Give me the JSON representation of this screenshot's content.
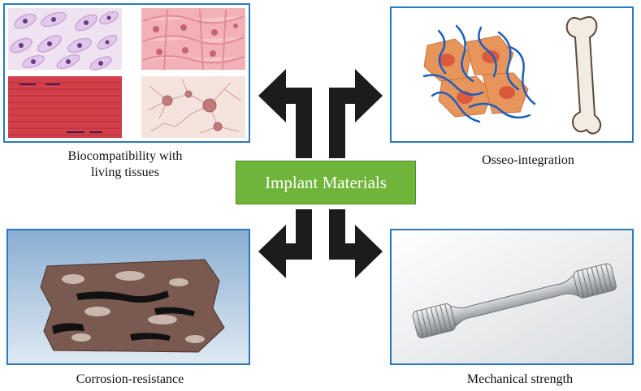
{
  "center": {
    "label": "Implant Materials"
  },
  "panels": {
    "biocompatibility": {
      "caption_line1": "Biocompatibility with",
      "caption_line2": "living tissues"
    },
    "osseointegration": {
      "caption": "Osseo-integration"
    },
    "corrosion": {
      "caption": "Corrosion-resistance"
    },
    "mechanical": {
      "caption": "Mechanical strength"
    }
  },
  "colors": {
    "panel_border": "#2b78c0",
    "center_box": "#6fb53a",
    "arrows": "#1c1c1c"
  }
}
